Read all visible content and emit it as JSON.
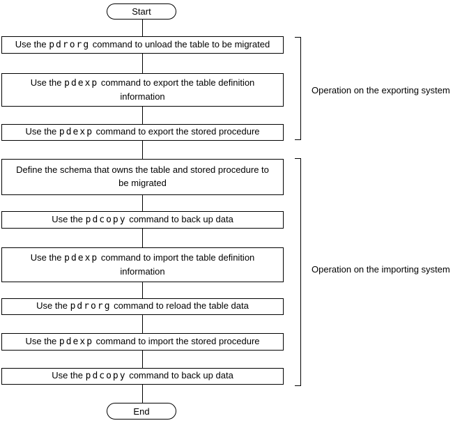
{
  "flowchart": {
    "start_label": "Start",
    "end_label": "End",
    "steps": [
      {
        "pre": "Use the ",
        "cmd": "pdrorg",
        "post": " command to unload the table to be migrated"
      },
      {
        "pre": "Use the ",
        "cmd": "pdexp",
        "post": " command to export the table definition\ninformation"
      },
      {
        "pre": "Use the ",
        "cmd": "pdexp",
        "post": " command to export the stored procedure"
      },
      {
        "pre": "Define the schema that owns the table and stored procedure to\nbe migrated",
        "cmd": "",
        "post": ""
      },
      {
        "pre": "Use the ",
        "cmd": "pdcopy",
        "post": " command to back up data"
      },
      {
        "pre": "Use the ",
        "cmd": "pdexp",
        "post": " command to import the table definition\ninformation"
      },
      {
        "pre": "Use the ",
        "cmd": "pdrorg",
        "post": " command to reload the table data"
      },
      {
        "pre": "Use the ",
        "cmd": "pdexp",
        "post": " command to import the stored procedure"
      },
      {
        "pre": "Use the ",
        "cmd": "pdcopy",
        "post": " command to back up data"
      }
    ],
    "groups": [
      {
        "label": "Operation on the exporting system"
      },
      {
        "label": "Operation on the importing system"
      }
    ],
    "colors": {
      "line": "#000000",
      "background": "#ffffff",
      "text": "#000000"
    }
  }
}
